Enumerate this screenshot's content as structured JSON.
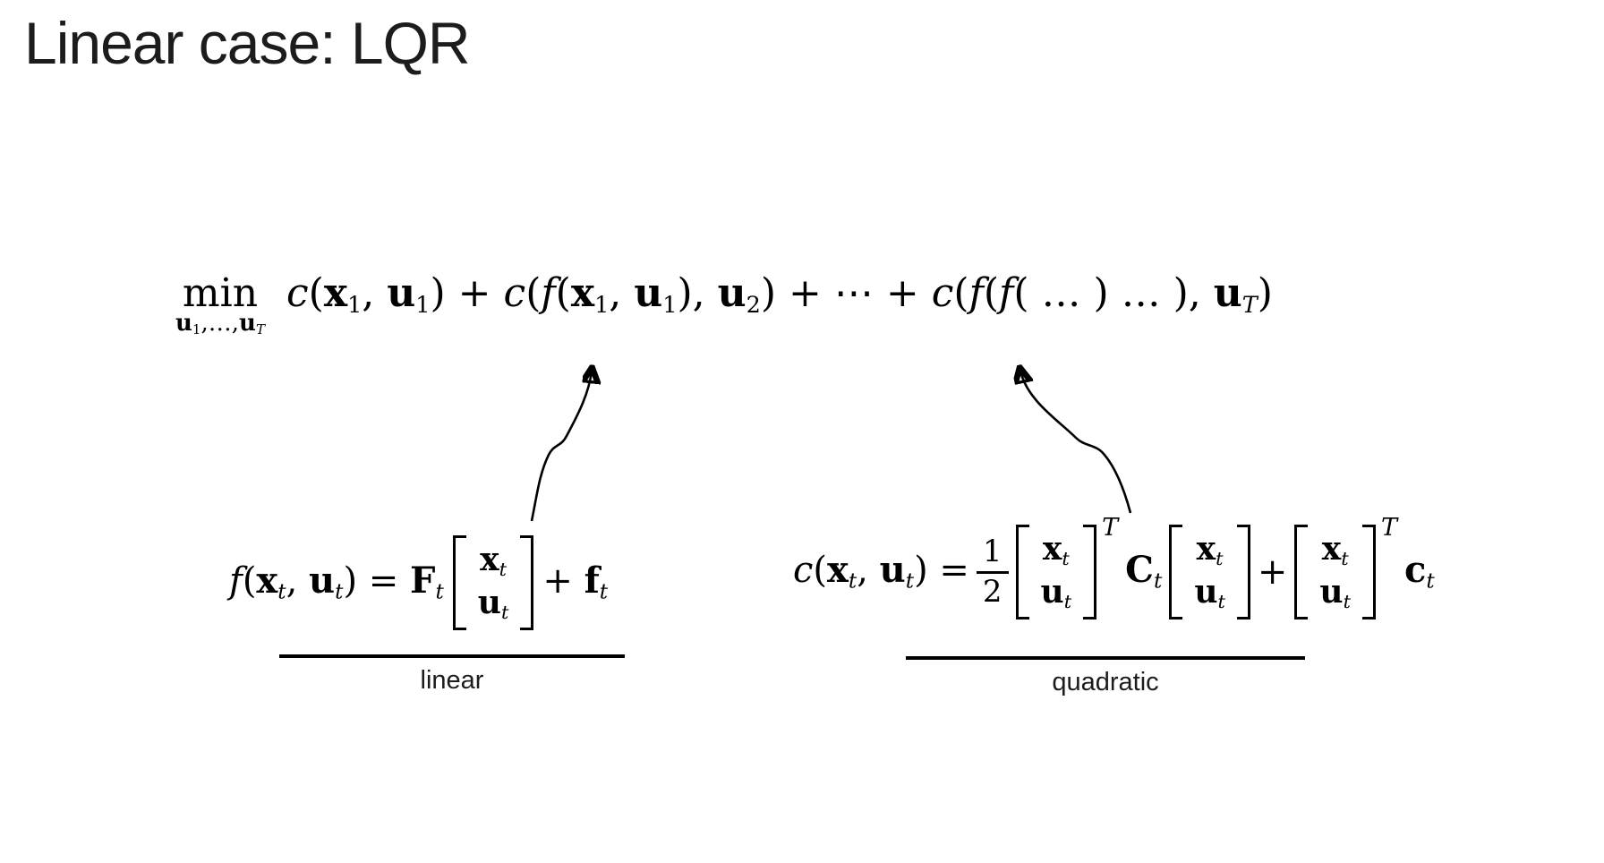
{
  "slide": {
    "title": "Linear case: LQR",
    "background": "#ffffff",
    "title_color": "#1c1c1c",
    "math_color": "#000000"
  },
  "objective": {
    "min": "min",
    "min_sub": [
      {
        "s": "u",
        "style": "bd",
        "sub": "1"
      },
      {
        "s": ",…,",
        "style": "rm"
      },
      {
        "s": "u",
        "style": "bd",
        "sub": "T"
      }
    ],
    "expr": [
      {
        "s": "c",
        "style": "it"
      },
      {
        "s": "(",
        "style": "rm"
      },
      {
        "s": "x",
        "style": "bd",
        "sub": "1"
      },
      {
        "s": ", ",
        "style": "rm"
      },
      {
        "s": "u",
        "style": "bd",
        "sub": "1"
      },
      {
        "s": ") + ",
        "style": "rm"
      },
      {
        "s": "c",
        "style": "it"
      },
      {
        "s": "(",
        "style": "rm"
      },
      {
        "s": "f",
        "style": "it"
      },
      {
        "s": "(",
        "style": "rm"
      },
      {
        "s": "x",
        "style": "bd",
        "sub": "1"
      },
      {
        "s": ", ",
        "style": "rm"
      },
      {
        "s": "u",
        "style": "bd",
        "sub": "1"
      },
      {
        "s": "), ",
        "style": "rm"
      },
      {
        "s": "u",
        "style": "bd",
        "sub": "2"
      },
      {
        "s": ") + ⋯ + ",
        "style": "rm"
      },
      {
        "s": "c",
        "style": "it"
      },
      {
        "s": "(",
        "style": "rm"
      },
      {
        "s": "f",
        "style": "it"
      },
      {
        "s": "(",
        "style": "rm"
      },
      {
        "s": "f",
        "style": "it"
      },
      {
        "s": "( … ) … ), ",
        "style": "rm"
      },
      {
        "s": "u",
        "style": "bd",
        "sub": "T"
      },
      {
        "s": ")",
        "style": "rm"
      }
    ]
  },
  "vector": {
    "top": {
      "s": "x",
      "sub": "t"
    },
    "bot": {
      "s": "u",
      "sub": "t"
    }
  },
  "dynamics": {
    "lhs": [
      {
        "s": "f",
        "style": "it"
      },
      {
        "s": "(",
        "style": "rm"
      },
      {
        "s": "x",
        "style": "bd",
        "sub": "t"
      },
      {
        "s": ", ",
        "style": "rm"
      },
      {
        "s": "u",
        "style": "bd",
        "sub": "t"
      },
      {
        "s": ") = ",
        "style": "rm"
      },
      {
        "s": "F",
        "style": "bd",
        "sub": "t"
      }
    ],
    "rhs": [
      {
        "s": "+ ",
        "style": "rm"
      },
      {
        "s": "f",
        "style": "bd",
        "sub": "t"
      }
    ],
    "label": "linear"
  },
  "cost": {
    "lhs": [
      {
        "s": "c",
        "style": "it"
      },
      {
        "s": "(",
        "style": "rm"
      },
      {
        "s": "x",
        "style": "bd",
        "sub": "t"
      },
      {
        "s": ", ",
        "style": "rm"
      },
      {
        "s": "u",
        "style": "bd",
        "sub": "t"
      },
      {
        "s": ") =",
        "style": "rm"
      }
    ],
    "frac": {
      "num": "1",
      "den": "2"
    },
    "transpose": "T",
    "Ct": [
      {
        "s": "C",
        "style": "bd",
        "sub": "t"
      }
    ],
    "plus": [
      {
        "s": "+",
        "style": "rm"
      }
    ],
    "ct": [
      {
        "s": "c",
        "style": "bd",
        "sub": "t"
      }
    ],
    "label": "quadratic"
  }
}
